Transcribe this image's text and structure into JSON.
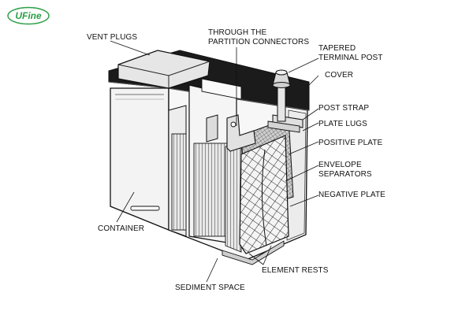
{
  "brand": {
    "name": "UFine",
    "color": "#2c9f45"
  },
  "labels": {
    "vent_plugs": "VENT PLUGS",
    "through_1": "THROUGH THE",
    "through_2": "PARTITION CONNECTORS",
    "tapered_1": "TAPERED",
    "tapered_2": "TERMINAL POST",
    "cover": "COVER",
    "post_strap": "POST STRAP",
    "plate_lugs": "PLATE LUGS",
    "positive_plate": "POSITIVE PLATE",
    "envelope_1": "ENVELOPE",
    "envelope_2": "SEPARATORS",
    "negative_plate": "NEGATIVE PLATE",
    "container": "CONTAINER",
    "element_rests": "ELEMENT RESTS",
    "sediment_space": "SEDIMENT SPACE"
  }
}
